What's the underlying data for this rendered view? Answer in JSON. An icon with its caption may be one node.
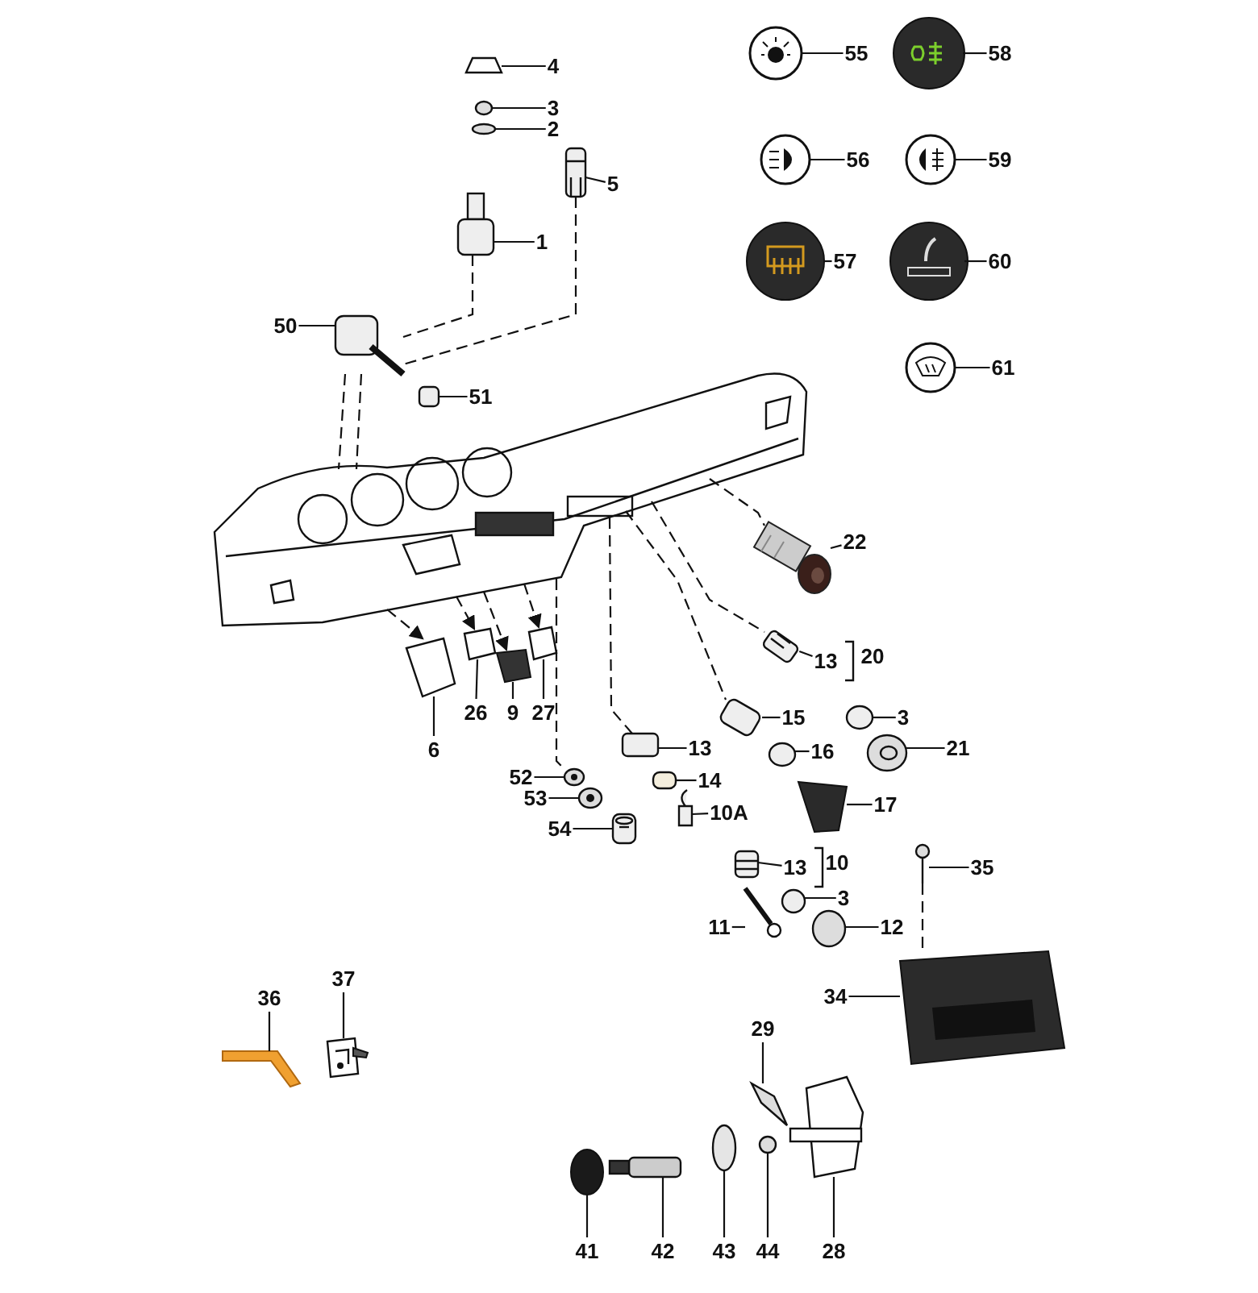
{
  "diagram": {
    "nodes": [
      {
        "text": [
          "4"
        ]
      },
      {
        "text": [
          "3"
        ]
      },
      {
        "text": [
          "2"
        ]
      },
      {
        "text": [
          "55"
        ]
      },
      {
        "text": [
          "58"
        ]
      },
      {
        "text": [
          "56"
        ]
      },
      {
        "text": [
          "59"
        ]
      },
      {
        "text": [
          "5"
        ]
      },
      {
        "text": [
          "1"
        ]
      },
      {
        "text": [
          "57"
        ]
      },
      {
        "text": [
          "60"
        ]
      },
      {
        "text": [
          "50"
        ]
      },
      {
        "text": [
          "61"
        ]
      },
      {
        "text": [
          "51"
        ]
      },
      {
        "text": [
          "22"
        ]
      },
      {
        "text": [
          "13"
        ]
      },
      {
        "text": [
          "26"
        ]
      },
      {
        "text": [
          "9"
        ]
      },
      {
        "text": [
          "27"
        ]
      },
      {
        "text": [
          "15"
        ]
      },
      {
        "text": [
          "3"
        ]
      },
      {
        "text": [
          "6"
        ]
      },
      {
        "text": [
          "13"
        ]
      },
      {
        "text": [
          "21"
        ]
      },
      {
        "text": [
          "16"
        ]
      },
      {
        "text": [
          "52"
        ]
      },
      {
        "text": [
          "14"
        ]
      },
      {
        "text": [
          "53"
        ]
      },
      {
        "text": [
          "17"
        ]
      },
      {
        "text": [
          "10A"
        ]
      },
      {
        "text": [
          "54"
        ]
      },
      {
        "text": [
          "13"
        ]
      },
      {
        "text": [
          "35"
        ]
      },
      {
        "text": [
          "3"
        ]
      },
      {
        "text": [
          "11"
        ]
      },
      {
        "text": [
          "12"
        ]
      },
      {
        "text": [
          "36"
        ]
      },
      {
        "text": [
          "37"
        ]
      },
      {
        "text": [
          "34"
        ]
      },
      {
        "text": [
          "29"
        ]
      },
      {
        "text": [
          "41"
        ]
      },
      {
        "text": [
          "42"
        ]
      },
      {
        "text": [
          "43"
        ]
      },
      {
        "text": [
          "44"
        ]
      },
      {
        "text": [
          "28"
        ]
      },
      {
        "text": [],
        "shape": "picture"
      },
      {
        "text": [],
        "shape": "picture"
      },
      {
        "text": [],
        "shape": "picture"
      },
      {
        "text": [],
        "shape": "picture"
      },
      {
        "text": [],
        "shape": "picture"
      },
      {
        "text": [],
        "shape": "picture"
      },
      {
        "text": [],
        "shape": "picture"
      },
      {
        "text": [],
        "shape": "picture"
      },
      {
        "text": [],
        "shape": "picture"
      },
      {
        "text": [],
        "shape": "picture"
      },
      {
        "text": [],
        "shape": "picture"
      },
      {
        "text": [],
        "shape": "picture"
      },
      {
        "text": [],
        "shape": "picture"
      },
      {
        "text": [],
        "shape": "picture"
      },
      {
        "text": [],
        "shape": "picture"
      },
      {
        "text": [],
        "shape": "picture"
      },
      {
        "text": [],
        "shape": "picture"
      },
      {
        "text": [],
        "shape": "picture"
      },
      {
        "text": [],
        "shape": "picture"
      },
      {
        "text": [],
        "shape": "picture"
      },
      {
        "text": [],
        "shape": "picture"
      },
      {
        "text": [],
        "shape": "picture"
      },
      {
        "text": [],
        "shape": "picture"
      },
      {
        "text": [],
        "shape": "picture"
      },
      {
        "text": [],
        "shape": "picture"
      },
      {
        "text": [],
        "shape": "picture"
      },
      {
        "text": [],
        "shape": "picture"
      },
      {
        "text": [],
        "shape": "picture"
      },
      {
        "text": [],
        "shape": "picture"
      },
      {
        "text": [],
        "shape": "picture"
      },
      {
        "text": [],
        "shape": "picture"
      },
      {
        "text": [],
        "shape": "picture"
      },
      {
        "text": [],
        "shape": "picture"
      },
      {
        "text": [],
        "shape": "picture"
      },
      {
        "text": [],
        "shape": "picture"
      },
      {
        "text": [],
        "shape": "picture"
      },
      {
        "text": [],
        "shape": "picture"
      },
      {
        "text": [],
        "shape": "picture"
      },
      {
        "text": [],
        "shape": "picture"
      },
      {
        "text": [],
        "shape": "picture"
      },
      {
        "text": [],
        "shape": "picture"
      },
      {
        "text": [],
        "shape": "picture"
      },
      {
        "text": [],
        "shape": "picture"
      },
      {
        "text": [],
        "shape": "picture"
      },
      {
        "text": [],
        "shape": "picture"
      },
      {
        "text": [],
        "shape": "picture"
      }
    ],
    "edges": [
      {
        "from": 0,
        "to": 45,
        "arrow": "none"
      },
      {
        "from": 1,
        "to": 46,
        "arrow": "none"
      },
      {
        "from": 2,
        "to": 47,
        "arrow": "none"
      },
      {
        "from": 3,
        "to": 48,
        "arrow": "none"
      },
      {
        "from": 4,
        "to": 49,
        "arrow": "none"
      },
      {
        "from": 5,
        "to": 50,
        "arrow": "none"
      },
      {
        "from": 6,
        "to": 51,
        "arrow": "none"
      },
      {
        "from": 7,
        "to": 52,
        "arrow": "none"
      },
      {
        "from": 8,
        "to": 53,
        "arrow": "none"
      },
      {
        "from": 9,
        "to": 54,
        "arrow": "none"
      },
      {
        "from": 10,
        "to": 55,
        "arrow": "none"
      },
      {
        "from": 11,
        "to": 56,
        "arrow": "none"
      },
      {
        "from": 12,
        "to": 57,
        "arrow": "none"
      },
      {
        "from": 13,
        "to": 58,
        "arrow": "none"
      },
      {
        "from": 14,
        "to": 59,
        "arrow": "none"
      },
      {
        "from": 15,
        "to": 60,
        "arrow": "none"
      },
      {
        "from": 16,
        "to": 61,
        "arrow": "none"
      },
      {
        "from": 17,
        "to": 62,
        "arrow": "none"
      },
      {
        "from": 18,
        "to": 63,
        "arrow": "none"
      },
      {
        "from": 19,
        "to": 64,
        "arrow": "none"
      },
      {
        "from": 20,
        "to": 65,
        "arrow": "none"
      },
      {
        "from": 21,
        "to": 66,
        "arrow": "none"
      },
      {
        "from": 22,
        "to": 67,
        "arrow": "none"
      },
      {
        "from": 23,
        "to": 68,
        "arrow": "none"
      },
      {
        "from": 24,
        "to": 69,
        "arrow": "none"
      },
      {
        "from": 25,
        "to": 70,
        "arrow": "none"
      },
      {
        "from": 26,
        "to": 71,
        "arrow": "none"
      },
      {
        "from": 27,
        "to": 72,
        "arrow": "none"
      },
      {
        "from": 28,
        "to": 73,
        "arrow": "none"
      },
      {
        "from": 29,
        "to": 74,
        "arrow": "none"
      },
      {
        "from": 30,
        "to": 75,
        "arrow": "none"
      },
      {
        "from": 31,
        "to": 76,
        "arrow": "none"
      },
      {
        "from": 32,
        "to": 77,
        "arrow": "none"
      },
      {
        "from": 33,
        "to": 78,
        "arrow": "none"
      },
      {
        "from": 34,
        "to": 79,
        "arrow": "none"
      },
      {
        "from": 35,
        "to": 80,
        "arrow": "none"
      },
      {
        "from": 36,
        "to": 81,
        "arrow": "none"
      },
      {
        "from": 37,
        "to": 82,
        "arrow": "none"
      },
      {
        "from": 38,
        "to": 83,
        "arrow": "none"
      },
      {
        "from": 39,
        "to": 84,
        "arrow": "none"
      },
      {
        "from": 40,
        "to": 85,
        "arrow": "none"
      },
      {
        "from": 41,
        "to": 86,
        "arrow": "none"
      },
      {
        "from": 42,
        "to": 87,
        "arrow": "none"
      },
      {
        "from": 43,
        "to": 88,
        "arrow": "none"
      },
      {
        "from": 44,
        "to": 89,
        "arrow": "none"
      },
      {
        "from": 53,
        "to": 56,
        "arrow": "none",
        "style": "dashed"
      },
      {
        "from": 52,
        "to": 56,
        "arrow": "none",
        "style": "dashed"
      },
      {
        "from": 56,
        "to": 90,
        "arrow": "none",
        "style": "dashed"
      },
      {
        "from": 56,
        "to": 90,
        "arrow": "none",
        "style": "dashed"
      },
      {
        "from": 90,
        "to": 66,
        "arrow": "to",
        "style": "dashed"
      },
      {
        "from": 90,
        "to": 61,
        "arrow": "to",
        "style": "dashed"
      },
      {
        "from": 90,
        "to": 62,
        "arrow": "to",
        "style": "dashed"
      },
      {
        "from": 90,
        "to": 63,
        "arrow": "to",
        "style": "dashed"
      },
      {
        "from": 90,
        "to": 70,
        "arrow": "none",
        "style": "dashed"
      },
      {
        "from": 90,
        "to": 67,
        "arrow": "none",
        "style": "dashed"
      },
      {
        "from": 90,
        "to": 64,
        "arrow": "none",
        "style": "dashed"
      },
      {
        "from": 90,
        "to": 60,
        "arrow": "none",
        "style": "dashed"
      },
      {
        "from": 90,
        "to": 59,
        "arrow": "none",
        "style": "dashed"
      },
      {
        "from": 77,
        "to": 83,
        "arrow": "none",
        "style": "dashed"
      }
    ],
    "labels": [
      "20",
      "10"
    ]
  }
}
